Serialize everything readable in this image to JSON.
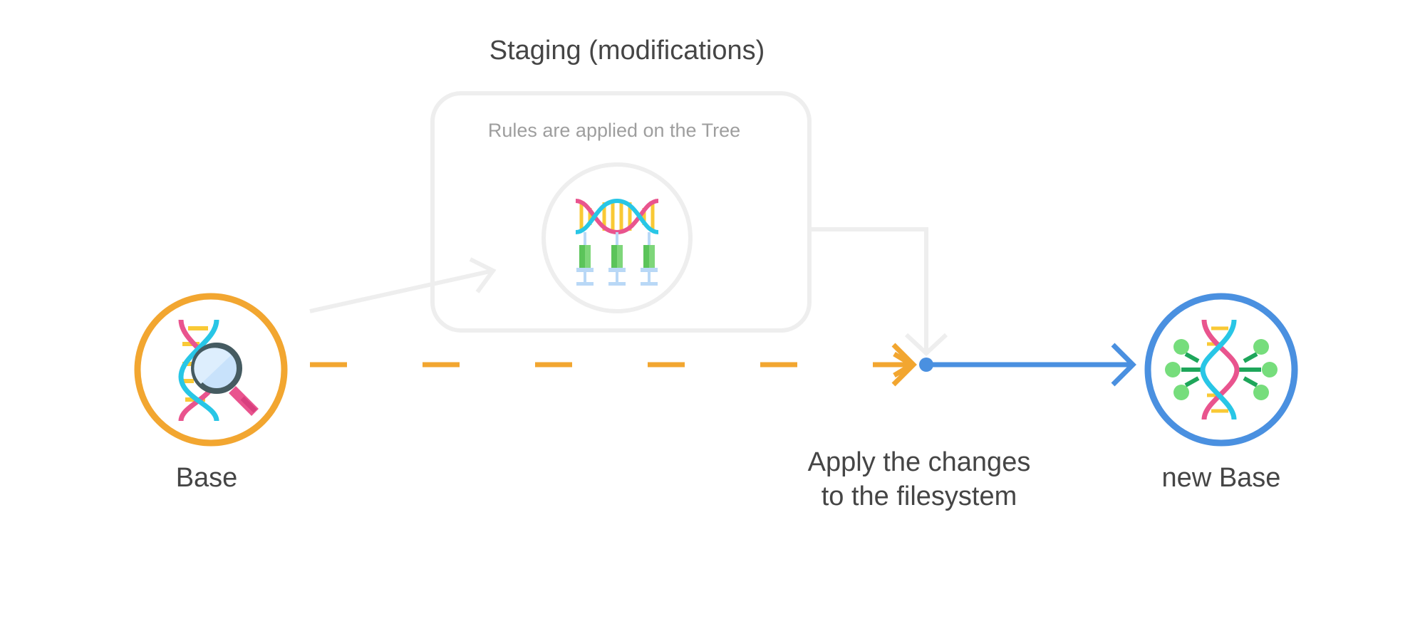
{
  "staging": {
    "title": "Staging (modifications)",
    "caption": "Rules are applied on the Tree"
  },
  "nodes": {
    "base_label": "Base",
    "new_base_label": "new Base"
  },
  "apply": {
    "line1": "Apply the changes",
    "line2": "to the filesystem"
  },
  "colors": {
    "orange": "#f2a630",
    "blue": "#4a90e0",
    "light_gray": "#eeeeee",
    "text": "#454545",
    "caption_text": "#9e9e9e"
  },
  "icons": {
    "base": "dna-magnifier-icon",
    "staging": "dna-syringes-icon",
    "new_base": "dna-network-icon"
  }
}
